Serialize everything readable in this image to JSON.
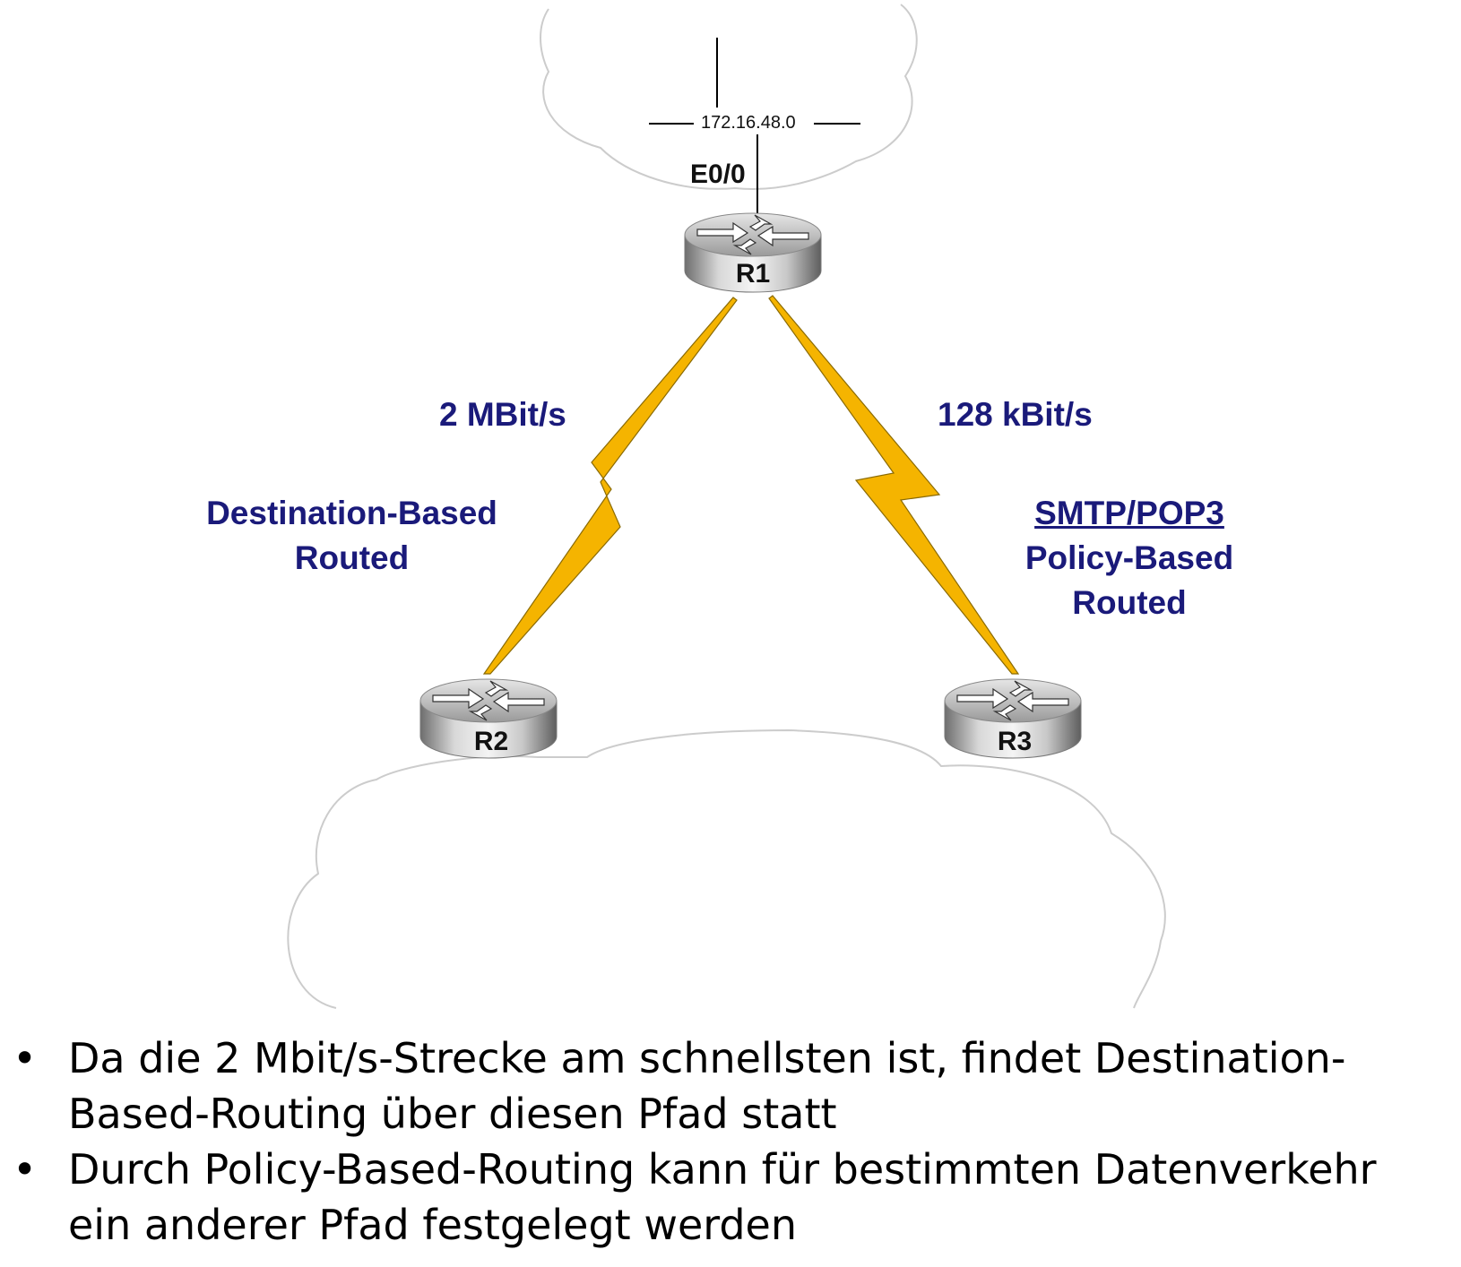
{
  "diagram": {
    "network_label": "172.16.48.0",
    "interface_label": "E0/0",
    "routers": [
      {
        "name": "R1"
      },
      {
        "name": "R2"
      },
      {
        "name": "R3"
      }
    ],
    "left_link": {
      "speed": "2 MBit/s",
      "desc_line1": "Destination-Based",
      "desc_line2": "Routed"
    },
    "right_link": {
      "speed": "128 kBit/s",
      "desc_line1": "SMTP/POP3",
      "desc_line2": "Policy-Based",
      "desc_line3": "Routed"
    },
    "colors": {
      "label": "#1a1a7a",
      "lightning": "#f5b400",
      "cloud_outline": "#cccccc"
    }
  },
  "bullets": [
    {
      "marker": "•",
      "line1": "Da die 2 Mbit/s-Strecke am schnellsten ist, findet Destination-",
      "line2": "Based-Routing über diesen Pfad statt"
    },
    {
      "marker": "•",
      "line1": "Durch Policy-Based-Routing kann für bestimmten Datenverkehr",
      "line2": "ein anderer Pfad festgelegt werden"
    }
  ]
}
